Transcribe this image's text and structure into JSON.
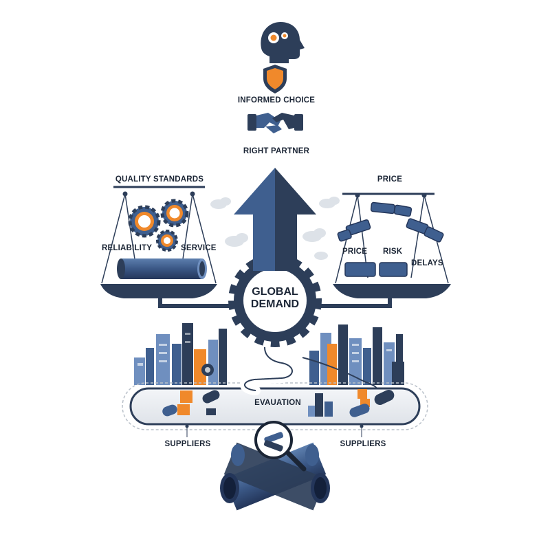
{
  "labels": {
    "top_choice": "INFORMED CHOICE",
    "top_partner": "RIGHT PARTNER",
    "left_title": "QUALITY STANDARDS",
    "left_reliability": "RELIABILITY",
    "left_service": "SERVICE",
    "right_title": "PRICE",
    "right_price": "PRICE",
    "right_risk": "RISK",
    "right_delays": "DELAYS",
    "center_line1": "GLOBAL",
    "center_line2": "DEMAND",
    "belt": "EVAUATION",
    "suppliers_left": "SUPPLIERS",
    "suppliers_right": "SUPPLIERS"
  },
  "colors": {
    "navy": "#2d3e59",
    "blue": "#3f5f8f",
    "light_blue": "#6f8fbf",
    "orange": "#f0892b",
    "gray": "#c7ccd3",
    "light_gray": "#e7eaee"
  },
  "icons": [
    "head-gears-icon",
    "shield-icon",
    "handshake-icon",
    "gear-icon",
    "pipe-icon",
    "magnifier-icon",
    "factory-icon",
    "cloud-icon"
  ]
}
